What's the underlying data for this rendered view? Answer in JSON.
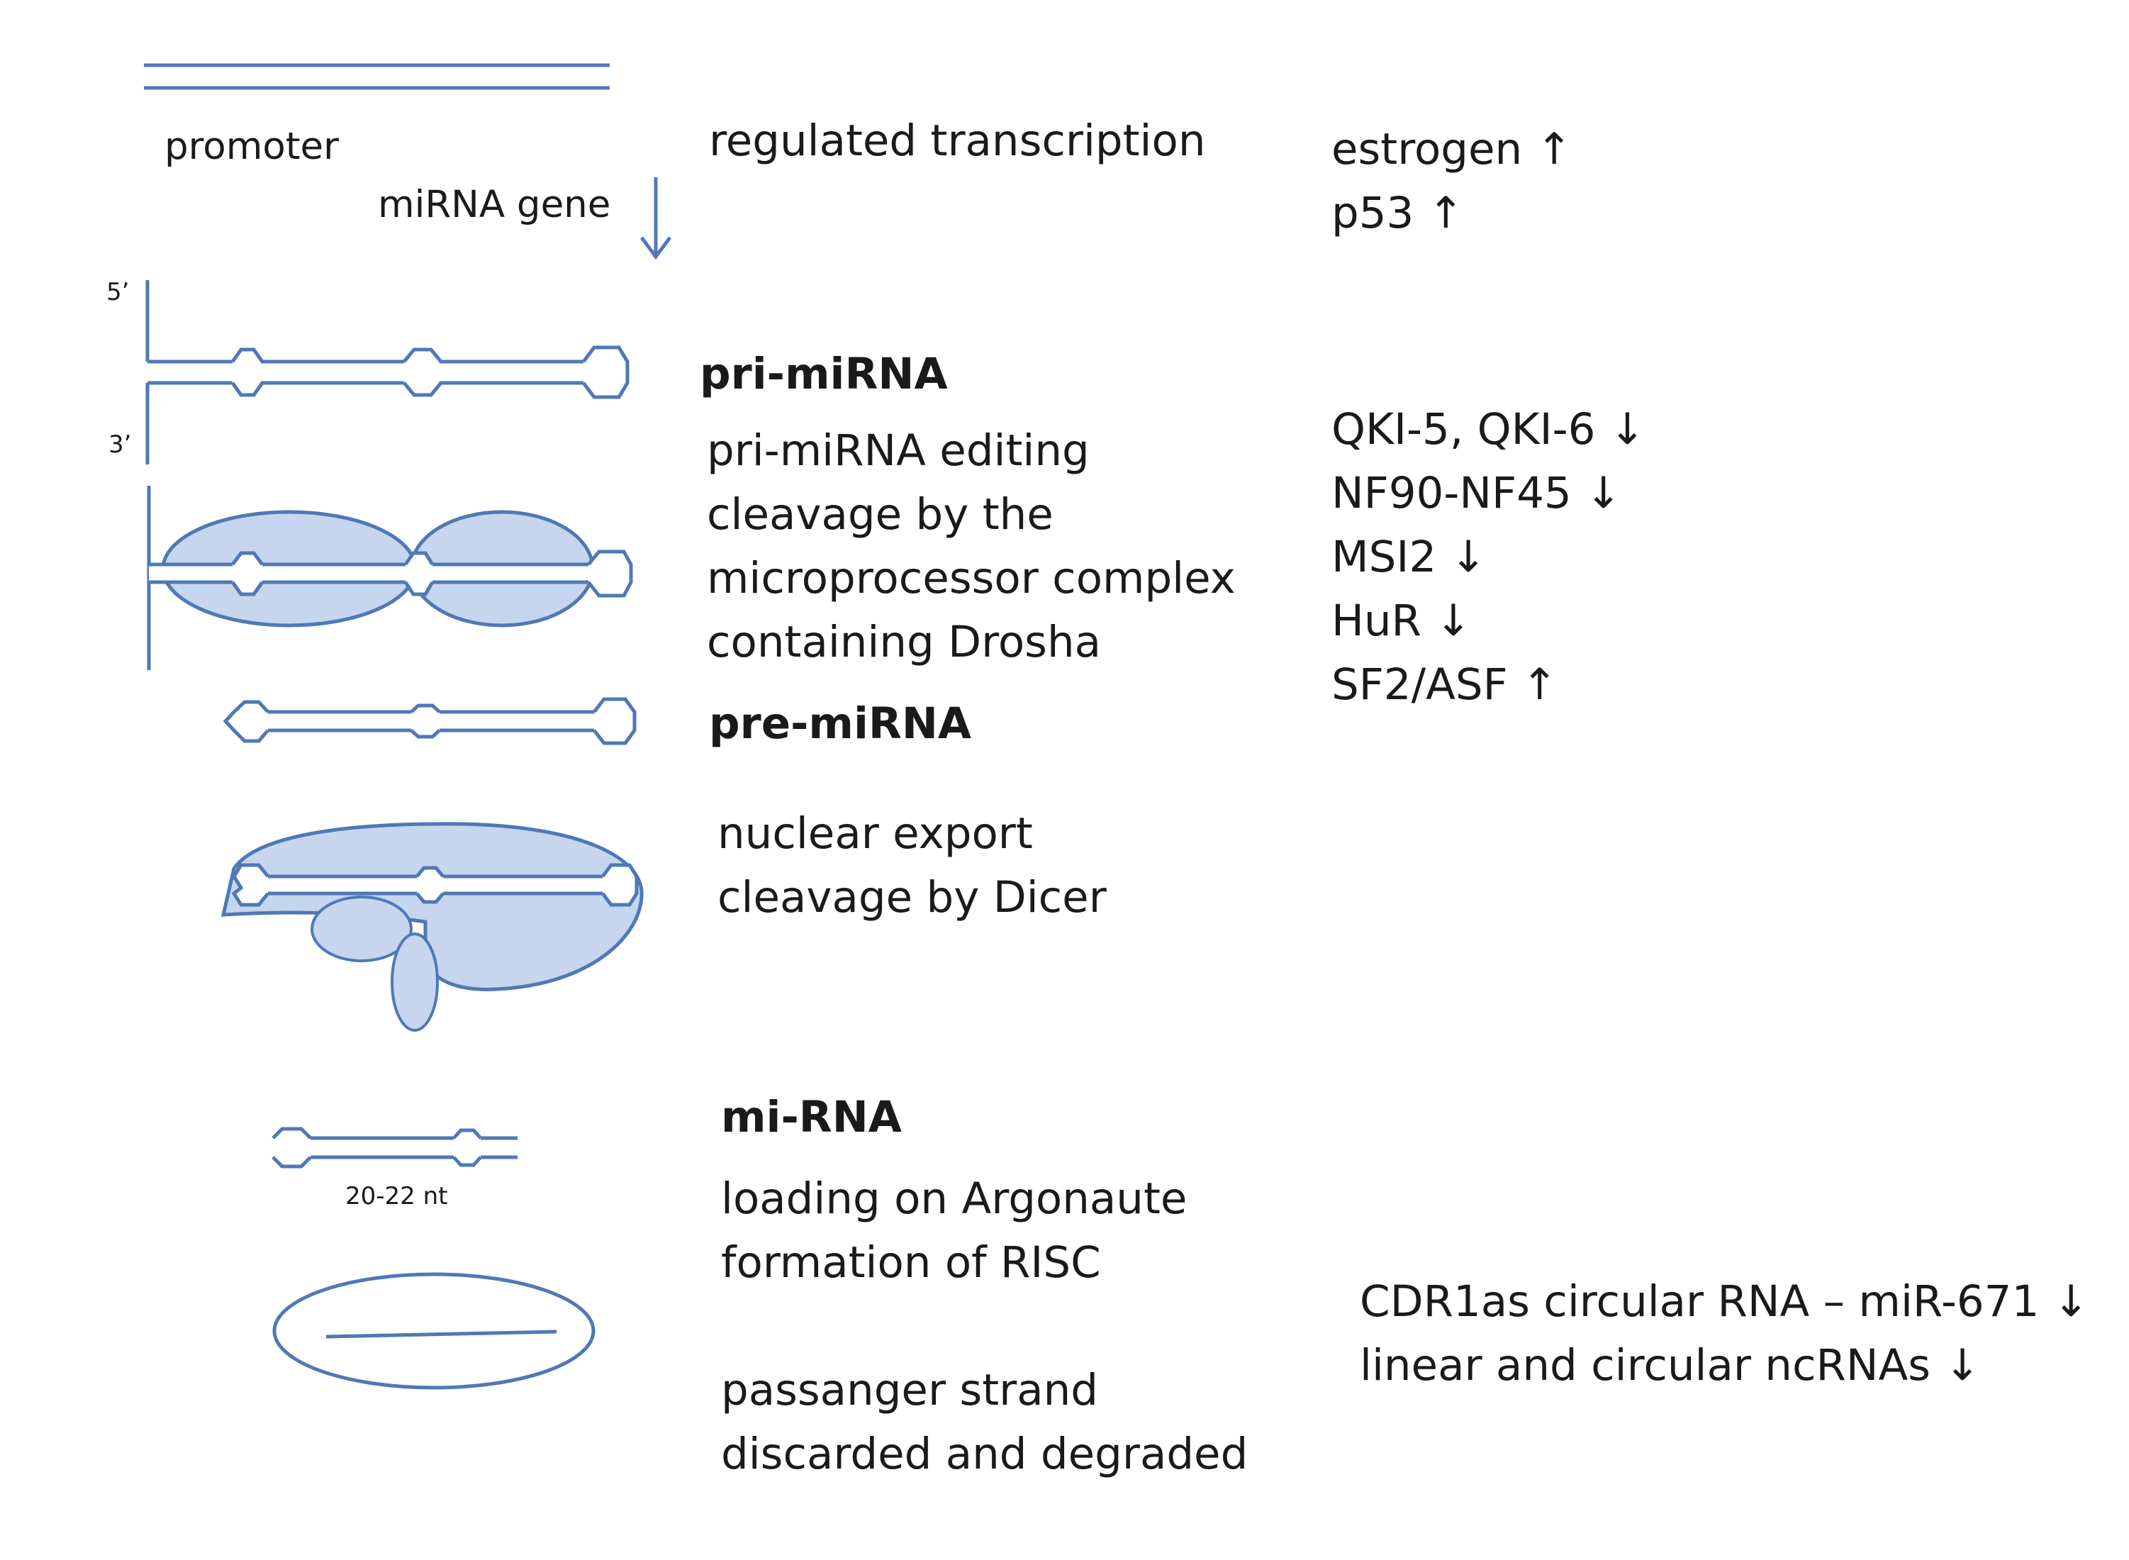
{
  "colors": {
    "stroke": "#4f78b5",
    "fill": "#c5d6ee",
    "text": "#1a1a1a"
  },
  "labels": {
    "promoter": "promoter",
    "mirna_gene": "miRNA gene",
    "five_prime": "5’",
    "three_prime": "3’",
    "nt_length": "20-22 nt"
  },
  "steps": {
    "transcription": "regulated transcription",
    "pri_title": "pri-miRNA",
    "pri_editing": "pri-miRNA editing",
    "cleavage_1": "cleavage by the",
    "cleavage_2": "microprocessor complex",
    "cleavage_3": "containing Drosha",
    "pre_title": "pre-miRNA",
    "export": "nuclear export",
    "dicer": "cleavage by Dicer",
    "mi_title": "mi-RNA",
    "loading": "loading on Argonaute",
    "risc": "formation of RISC",
    "passenger_1": "passanger strand",
    "passenger_2": "discarded and degraded"
  },
  "regulators": {
    "transcription": [
      {
        "text": "estrogen",
        "arrow": "↑"
      },
      {
        "text": "p53",
        "arrow": "↑"
      }
    ],
    "processing": [
      {
        "text": "QKI-5, QKI-6",
        "arrow": "↓"
      },
      {
        "text": "NF90-NF45",
        "arrow": "↓"
      },
      {
        "text": "MSI2",
        "arrow": "↓"
      },
      {
        "text": "HuR",
        "arrow": "↓"
      },
      {
        "text": "SF2/ASF",
        "arrow": "↑"
      }
    ],
    "risc": [
      {
        "text": "CDR1as circular RNA – miR-671",
        "arrow": "↓"
      },
      {
        "text": "linear and circular ncRNAs",
        "arrow": "↓"
      }
    ]
  }
}
